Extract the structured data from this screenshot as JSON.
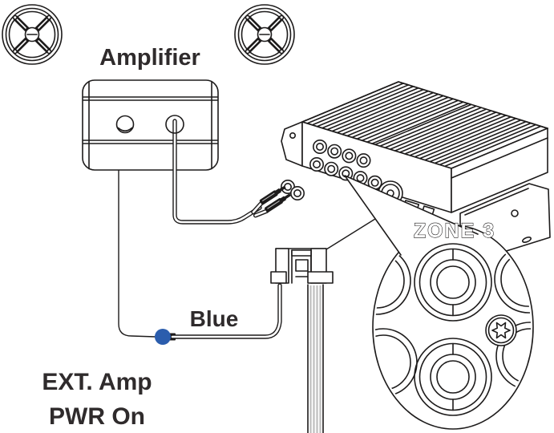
{
  "diagram": {
    "labels": {
      "amplifier": "Amplifier",
      "blue_wire": "Blue",
      "ext_amp_line1": "EXT. Amp",
      "ext_amp_line2": "PWR On",
      "zone_callout": "ZONE 3"
    },
    "colors": {
      "background": "#ffffff",
      "line_ink": "#1d1b1b",
      "label_text": "#2f2b2c",
      "blue_accent": "#2b5dad",
      "cable_strand": "#bcbcbc"
    }
  }
}
